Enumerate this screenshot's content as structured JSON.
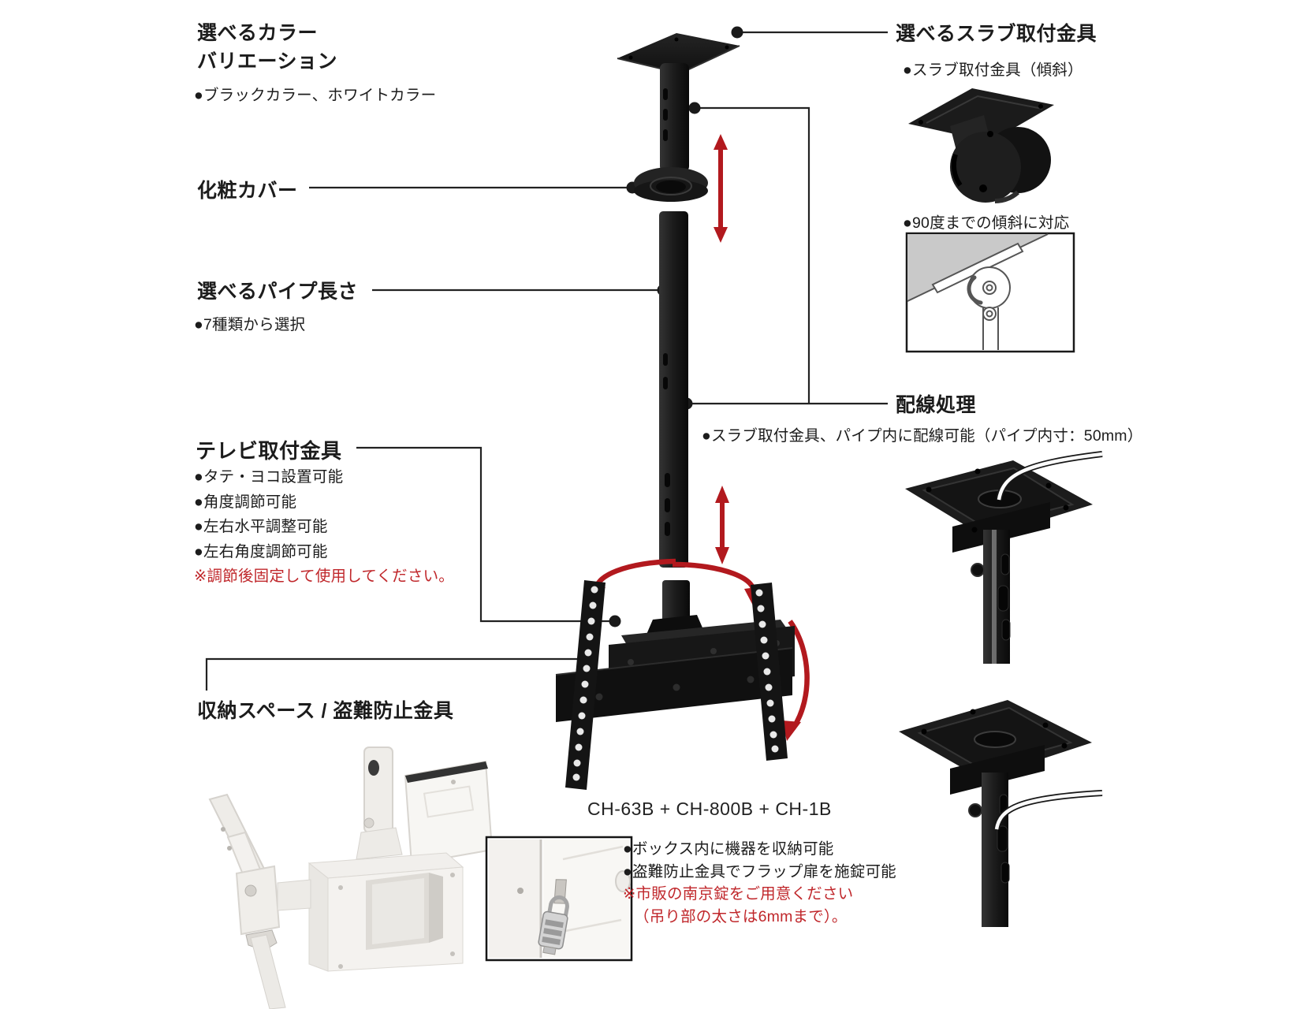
{
  "colors": {
    "accent_red_arrows": "#b2191e",
    "accent_red_text": "#c0272b",
    "ink": "#1c1c1c",
    "diagram_gray": "#c9c9c9"
  },
  "sections": {
    "color_variation": {
      "title1": "選べるカラー",
      "title2": "バリエーション",
      "bullet": "●ブラックカラー、ホワイトカラー"
    },
    "cover": {
      "title": "化粧カバー"
    },
    "pipe_length": {
      "pre": "選べる",
      "bold": "パイプ",
      "post": "長さ",
      "bullet": "●7種類から選択"
    },
    "tv_bracket": {
      "title": "テレビ取付金具",
      "bullets": [
        "●タテ・ヨコ設置可能",
        "●角度調節可能",
        "●左右水平調整可能",
        "●左右角度調節可能"
      ],
      "note": "※調節後固定して使用してください。"
    },
    "storage": {
      "title": "収納スペース / 盗難防止金具",
      "bullets": [
        "●ボックス内に機器を収納可能",
        "●盗難防止金具でフラップ扉を施錠可能"
      ],
      "notes": [
        "※市販の南京錠をご用意ください",
        "（吊り部の太さは6mmまで）。"
      ]
    },
    "slab": {
      "pre": "選べる",
      "bold": "スラブ取付金具",
      "bullet_tilt": "●スラブ取付金具（傾斜）",
      "bullet_90": "●90度までの傾斜に対応"
    },
    "wiring": {
      "title": "配線処理",
      "bullet": "●スラブ取付金具、パイプ内に配線可能（パイプ内寸：50mm）"
    },
    "model_code": "CH-63B + CH-800B + CH-1B"
  }
}
